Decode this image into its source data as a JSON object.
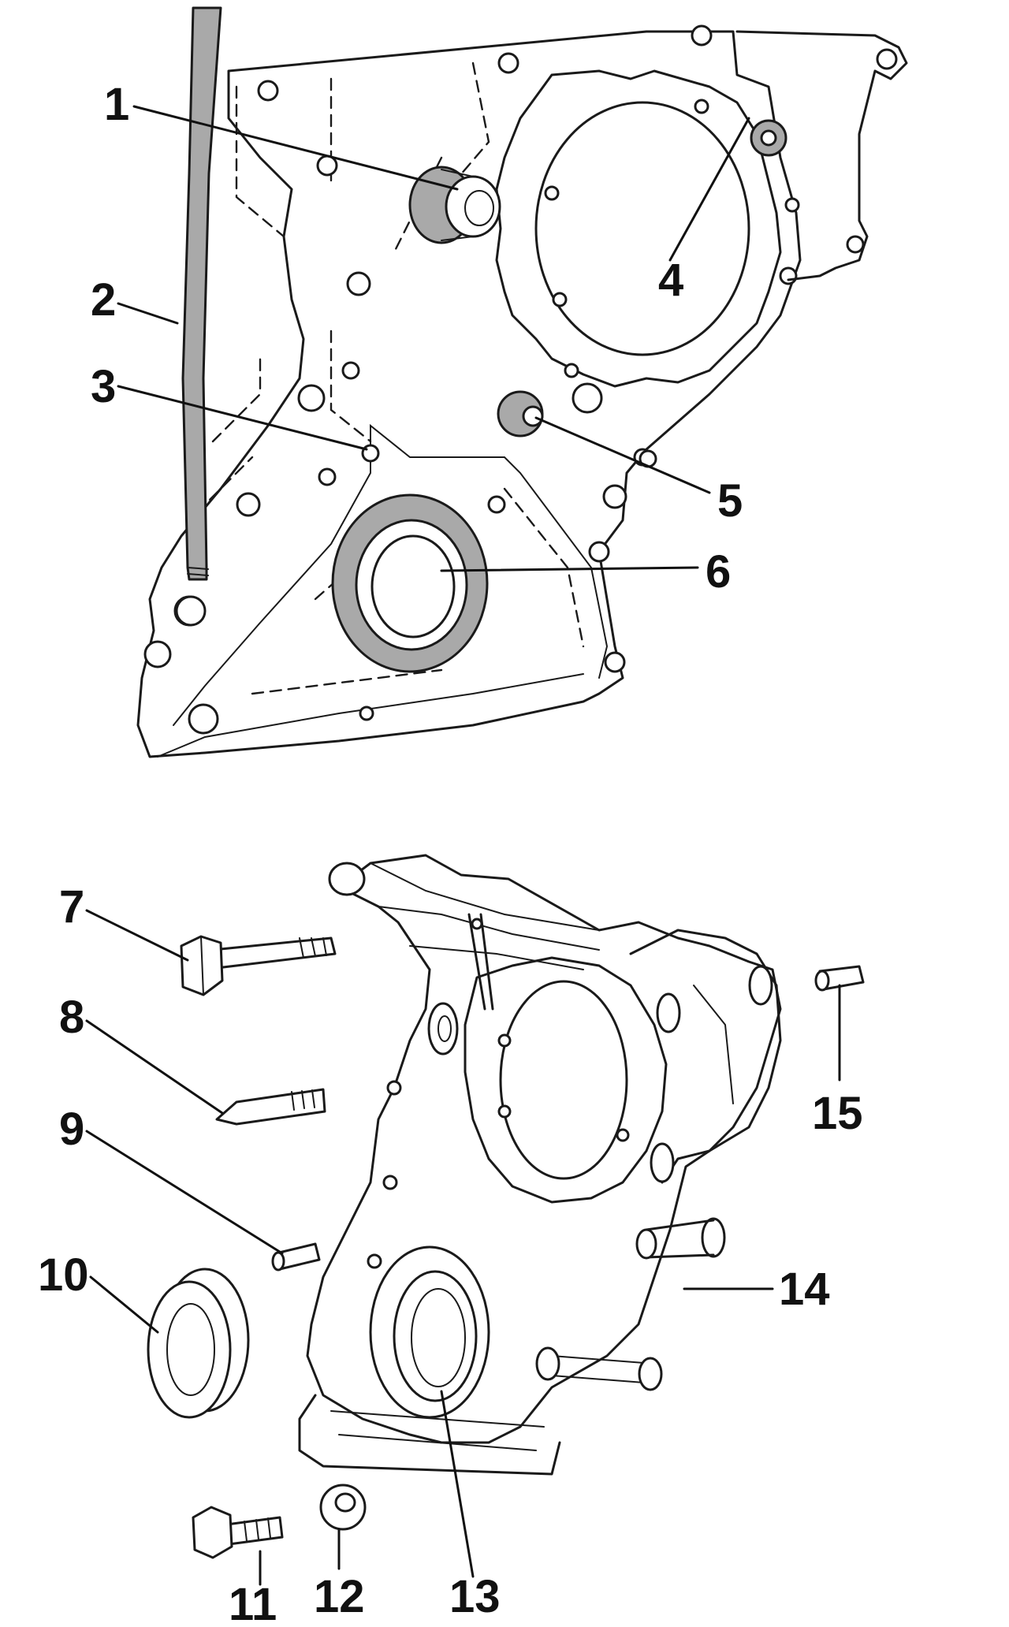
{
  "callouts": {
    "c1": "1",
    "c2": "2",
    "c3": "3",
    "c4": "4",
    "c5": "5",
    "c6": "6",
    "c7": "7",
    "c8": "8",
    "c9": "9",
    "c10": "10",
    "c11": "11",
    "c12": "12",
    "c13": "13",
    "c14": "14",
    "c15": "15"
  },
  "colors": {
    "ink": "#1a1a1a",
    "seal_shading": "#a9a9a9",
    "background": "#ffffff"
  }
}
